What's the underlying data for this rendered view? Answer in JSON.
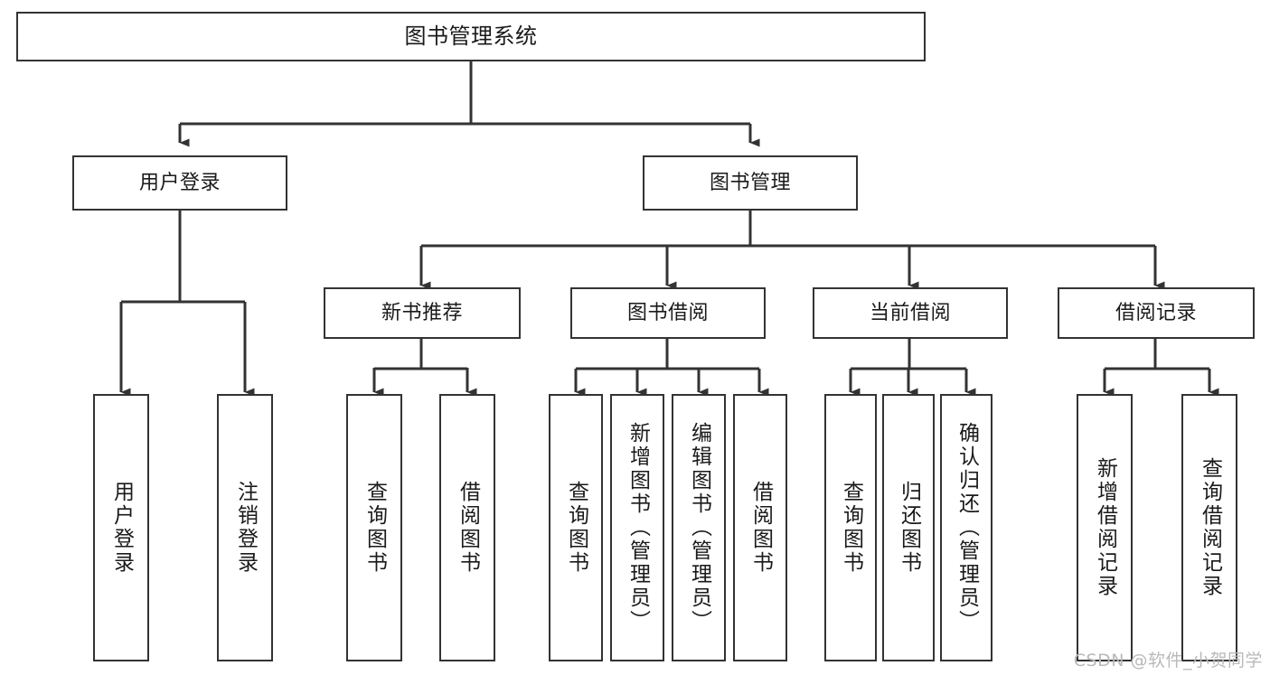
{
  "diagram": {
    "title": "图书管理系统",
    "type": "tree-hierarchy-chart",
    "orientation": "top-down",
    "line_color": "#333333",
    "box_fill": "#ffffff",
    "text_color": "#1a1a1a"
  },
  "watermark": {
    "text": "CSDN @软件_小贺同学",
    "color": "#b9b9b9"
  },
  "nodes": {
    "root": {
      "label": "图书管理系统",
      "level": 0
    },
    "l1": [
      {
        "id": "user-login",
        "label": "用户登录",
        "level": 1
      },
      {
        "id": "book-manage",
        "label": "图书管理",
        "level": 1
      }
    ],
    "l2": [
      {
        "id": "new-book-rec",
        "label": "新书推荐",
        "level": 2,
        "parent": "book-manage"
      },
      {
        "id": "book-borrow",
        "label": "图书借阅",
        "level": 2,
        "parent": "book-manage"
      },
      {
        "id": "current-borrow",
        "label": "当前借阅",
        "level": 2,
        "parent": "book-manage"
      },
      {
        "id": "borrow-record",
        "label": "借阅记录",
        "level": 2,
        "parent": "book-manage"
      }
    ],
    "leaves": [
      {
        "id": "leaf-user-login",
        "label": "用户登录",
        "parent": "user-login"
      },
      {
        "id": "leaf-user-logout",
        "label": "注销登录",
        "parent": "user-login"
      },
      {
        "id": "leaf-rec-query-book",
        "label": "查询图书",
        "parent": "new-book-rec"
      },
      {
        "id": "leaf-rec-borrow-book",
        "label": "借阅图书",
        "parent": "new-book-rec"
      },
      {
        "id": "leaf-brw-query-book",
        "label": "查询图书",
        "parent": "book-borrow"
      },
      {
        "id": "leaf-brw-add-book",
        "label": "新增图书（管理员）",
        "parent": "book-borrow"
      },
      {
        "id": "leaf-brw-edit-book",
        "label": "编辑图书（管理员）",
        "parent": "book-borrow"
      },
      {
        "id": "leaf-brw-borrow-book",
        "label": "借阅图书",
        "parent": "book-borrow"
      },
      {
        "id": "leaf-cur-query-book",
        "label": "查询图书",
        "parent": "current-borrow"
      },
      {
        "id": "leaf-cur-return-book",
        "label": "归还图书",
        "parent": "current-borrow"
      },
      {
        "id": "leaf-cur-confirm",
        "label": "确认归还（管理员）",
        "parent": "current-borrow"
      },
      {
        "id": "leaf-rec-add-record",
        "label": "新增借阅记录",
        "parent": "borrow-record"
      },
      {
        "id": "leaf-rec-query-record",
        "label": "查询借阅记录",
        "parent": "borrow-record"
      }
    ]
  }
}
